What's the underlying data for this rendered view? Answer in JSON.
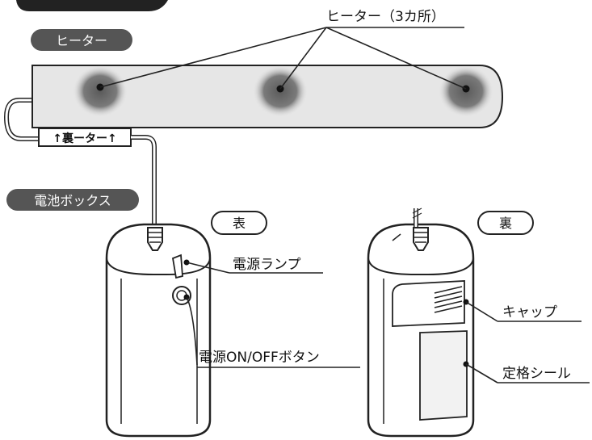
{
  "labels": {
    "heater_section": "ヒーター",
    "heater_points": "ヒーター（3カ所）",
    "cable_tag": "↑裏ーター↑",
    "battery_section": "電池ボックス",
    "front": "表",
    "back": "裏",
    "power_lamp": "電源ランプ",
    "power_button": "電源ON/OFFボタン",
    "cap": "キャップ",
    "rating_seal": "定格シール"
  },
  "colors": {
    "pill": "#555555",
    "heater_body": "#e6e6e6",
    "heater_spot": "#6e6e6e",
    "outline": "#222222",
    "box_top": "#f2f2f2",
    "seal": "#f2f2f2"
  }
}
